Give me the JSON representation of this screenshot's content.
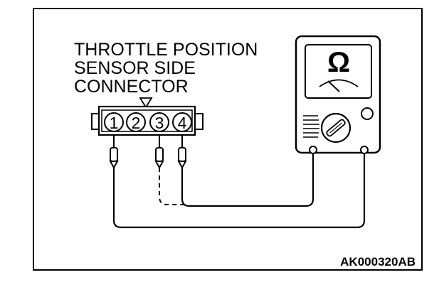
{
  "diagram": {
    "label_lines": [
      "THROTTLE POSITION",
      "SENSOR SIDE",
      "CONNECTOR"
    ],
    "connector_pins": [
      "1",
      "2",
      "3",
      "4"
    ],
    "meter_symbol": "Ω",
    "figure_code": "AK000320AB"
  },
  "icons": {
    "pin_marker": "triangle-down-icon",
    "meter": "ohmmeter-icon",
    "selector": "rotary-selector-icon"
  },
  "colors": {
    "line": "#000000",
    "background": "#ffffff"
  }
}
